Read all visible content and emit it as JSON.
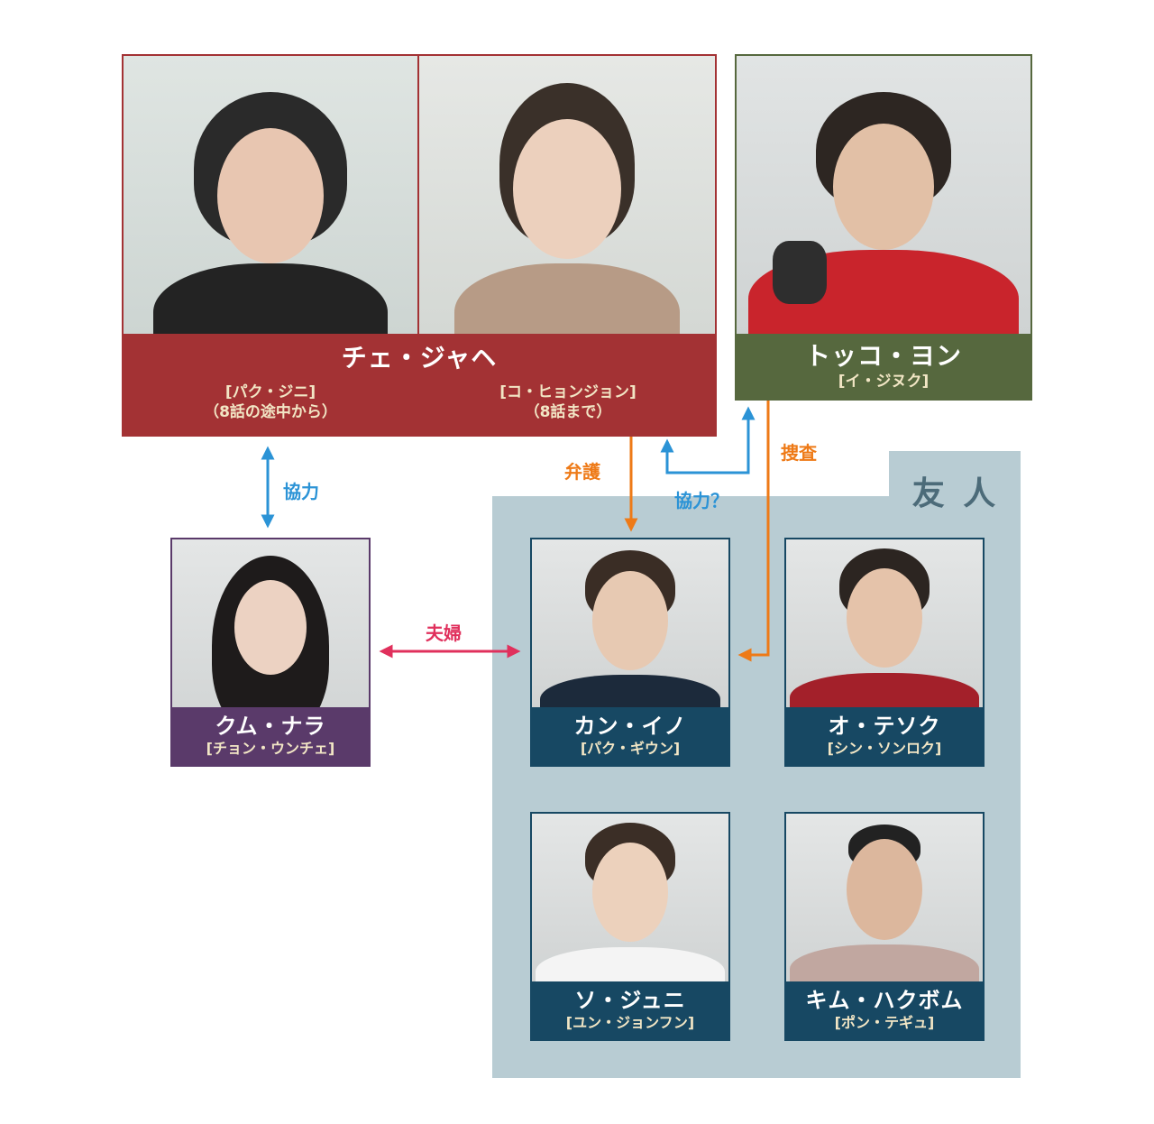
{
  "colors": {
    "red": "#a33234",
    "green": "#56683e",
    "purple": "#5a3a6a",
    "navy": "#174863",
    "friends_bg": "#b8ccd3",
    "friends_label": "#4c6b79",
    "blue_arrow": "#2b93d6",
    "orange_arrow": "#ee7a17",
    "pink_arrow": "#e0305c",
    "actor_cream": "#f2e6c5"
  },
  "characters": {
    "choi_jahye": {
      "name": "チェ・ジャヘ",
      "actor1": "[パク・ジニ]",
      "actor1_note": "（8話の途中から）",
      "actor2": "[コ・ヒョンジョン]",
      "actor2_note": "（8話まで）"
    },
    "dokgo_yong": {
      "name": "トッコ・ヨン",
      "actor": "[イ・ジヌク]"
    },
    "geum_nara": {
      "name": "クム・ナラ",
      "actor": "[チョン・ウンチェ]"
    },
    "kang_ino": {
      "name": "カン・イノ",
      "actor": "[パク・ギウン]"
    },
    "oh_taesok": {
      "name": "オ・テソク",
      "actor": "[シン・ソンロク]"
    },
    "so_junhi": {
      "name": "ソ・ジュニ",
      "actor": "[ユン・ジョンフン]"
    },
    "kim_hakbom": {
      "name": "キム・ハクボム",
      "actor": "[ポン・テギュ]"
    }
  },
  "groups": {
    "friends_label": "友 人"
  },
  "relations": {
    "cooperate": "協力",
    "cooperate_q": "協力？",
    "defend": "弁護",
    "investigate": "捜査",
    "married": "夫婦"
  }
}
